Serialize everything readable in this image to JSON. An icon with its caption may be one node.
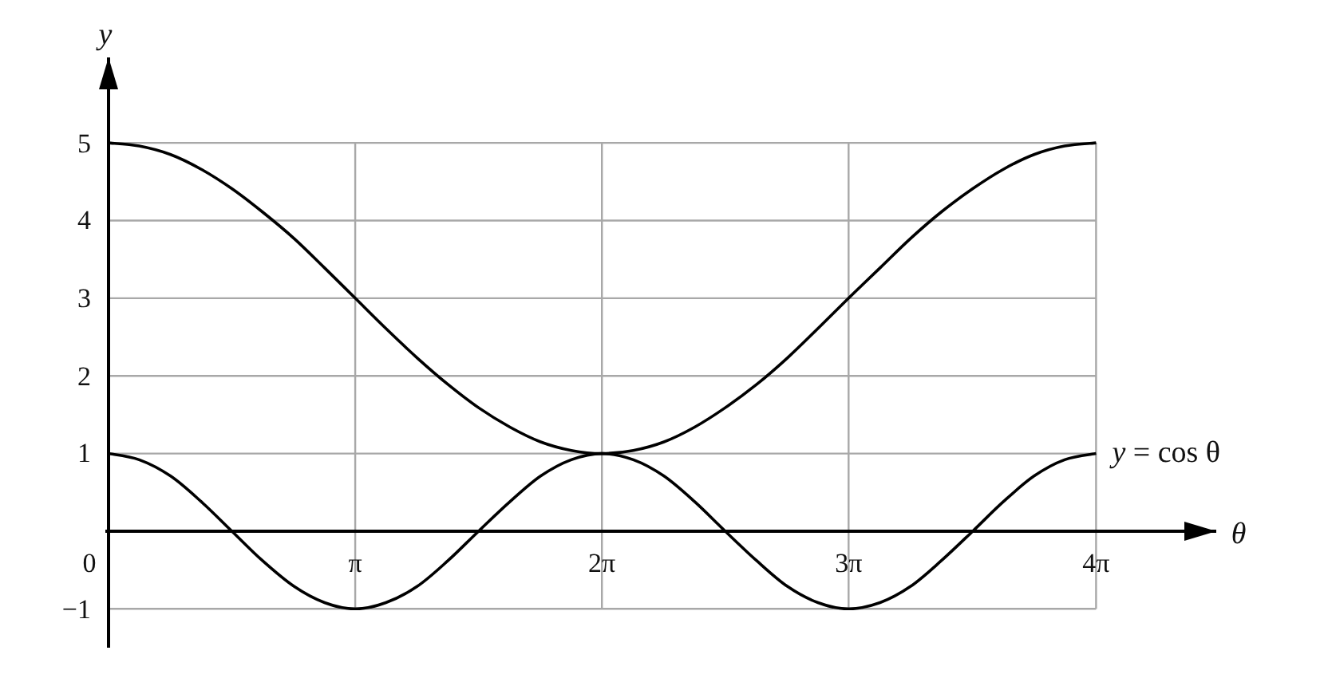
{
  "diagram": {
    "chart_data": {
      "type": "line",
      "xlabel": "θ",
      "ylabel": "y",
      "x": [
        0,
        0.39,
        0.79,
        1.18,
        1.57,
        1.96,
        2.36,
        2.75,
        3.14,
        3.53,
        3.93,
        4.32,
        4.71,
        5.11,
        5.5,
        5.89,
        6.28,
        6.68,
        7.07,
        7.46,
        7.85,
        8.25,
        8.64,
        9.03,
        9.42,
        9.82,
        10.21,
        10.6,
        11,
        11.39,
        11.78,
        12.17,
        12.57
      ],
      "series": [
        {
          "color": "#000000",
          "values": [
            5,
            4.96,
            4.85,
            4.66,
            4.41,
            4.11,
            3.77,
            3.39,
            3,
            2.61,
            2.23,
            1.89,
            1.59,
            1.34,
            1.15,
            1.04,
            1,
            1.04,
            1.15,
            1.34,
            1.59,
            1.89,
            2.23,
            2.61,
            3,
            3.39,
            3.77,
            4.11,
            4.41,
            4.66,
            4.85,
            4.96,
            5
          ]
        },
        {
          "name": "*y* = cos θ",
          "color": "#000000",
          "values": [
            1,
            0.92,
            0.71,
            0.38,
            0,
            -0.38,
            -0.71,
            -0.92,
            -1,
            -0.92,
            -0.71,
            -0.38,
            0,
            0.38,
            0.71,
            0.92,
            1,
            0.92,
            0.71,
            0.38,
            0,
            -0.38,
            -0.71,
            -0.92,
            -1,
            -0.92,
            -0.71,
            -0.38,
            0,
            0.38,
            0.71,
            0.92,
            1
          ]
        }
      ],
      "xlim": [
        0,
        14.1
      ],
      "ylim": [
        -1.5,
        6.1
      ],
      "grid": true,
      "xticks": [
        {
          "value": 0,
          "label": "0"
        },
        {
          "value": 3.14,
          "label": "π"
        },
        {
          "value": 6.28,
          "label": "2π"
        },
        {
          "value": 9.42,
          "label": "3π"
        },
        {
          "value": 12.57,
          "label": "4π"
        }
      ],
      "yticks": [
        -1,
        1,
        2,
        3,
        4,
        5
      ]
    }
  }
}
